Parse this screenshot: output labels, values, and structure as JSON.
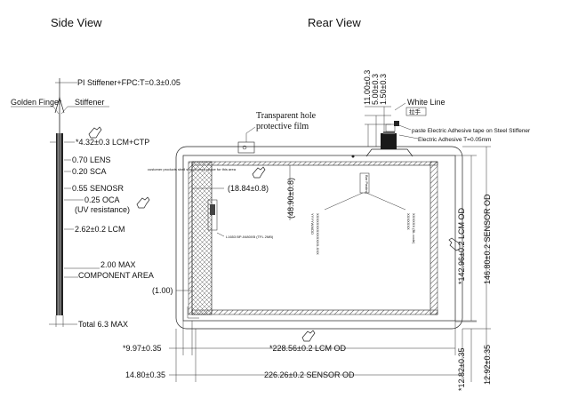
{
  "titles": {
    "side_view": "Side View",
    "rear_view": "Rear View"
  },
  "side_labels": {
    "stiffener_fpc": "PI Stiffener+FPC:T=0.3±0.05",
    "golden_finger": "Golden Finger",
    "stiffener": "Stiffener",
    "lcm_ctp": "*4.32±0.3 LCM+CTP",
    "lens": "0.70 LENS",
    "sca": "0.20 SCA",
    "senosr": "0.55 SENOSR",
    "oca": "0.25 OCA",
    "uv": "(UV resistance)",
    "lcm": "2.62±0.2 LCM",
    "max": "2.00 MAX",
    "component_area": "COMPONENT AREA",
    "total": "Total 6.3 MAX"
  },
  "rear_labels": {
    "protective_film_1": "Transparent hole",
    "protective_film_2": "protective film",
    "dim_11": "11.00±0.3",
    "dim_5": "5.00±0.3",
    "dim_15": "1.50±0.3",
    "white_line": "White Line",
    "chinese": "拉手",
    "paste_note": "paste  Electric Adhesive tape on Steel Stiffener",
    "adhesive": "Electric Adhesive  T=0.05mm",
    "dim_1884": "(18.84±0.8)",
    "dim_4890": "(48.90±0.8)",
    "dim_100": "(1.00)",
    "lcm_od_v": "*142.96±0.2 LCM OD",
    "sensor_od_v": "146.80±0.2 SENSOR OD",
    "lcm_od_h": "*228.56±0.2 LCM OD",
    "sensor_od_h": "226.26±0.2 SENSOR OD",
    "dim_997": "*9.97±0.35",
    "dim_1480": "14.80±0.35",
    "dim_1282": "*12.82±0.35",
    "dim_1292": "12.92±0.35",
    "label_text": "L1653 BP-0480XB (TFL 2MB)",
    "small_text_1": "customer products shell should keep space for this area",
    "xxx_1": "XXXXXXX",
    "xxx_2": "XXXXXX (BL code)",
    "code_1": "XXXXXXXXXXXXXX-XXX",
    "code_2": "YYYYWWDD",
    "bar_code": "Bar Pasting"
  }
}
